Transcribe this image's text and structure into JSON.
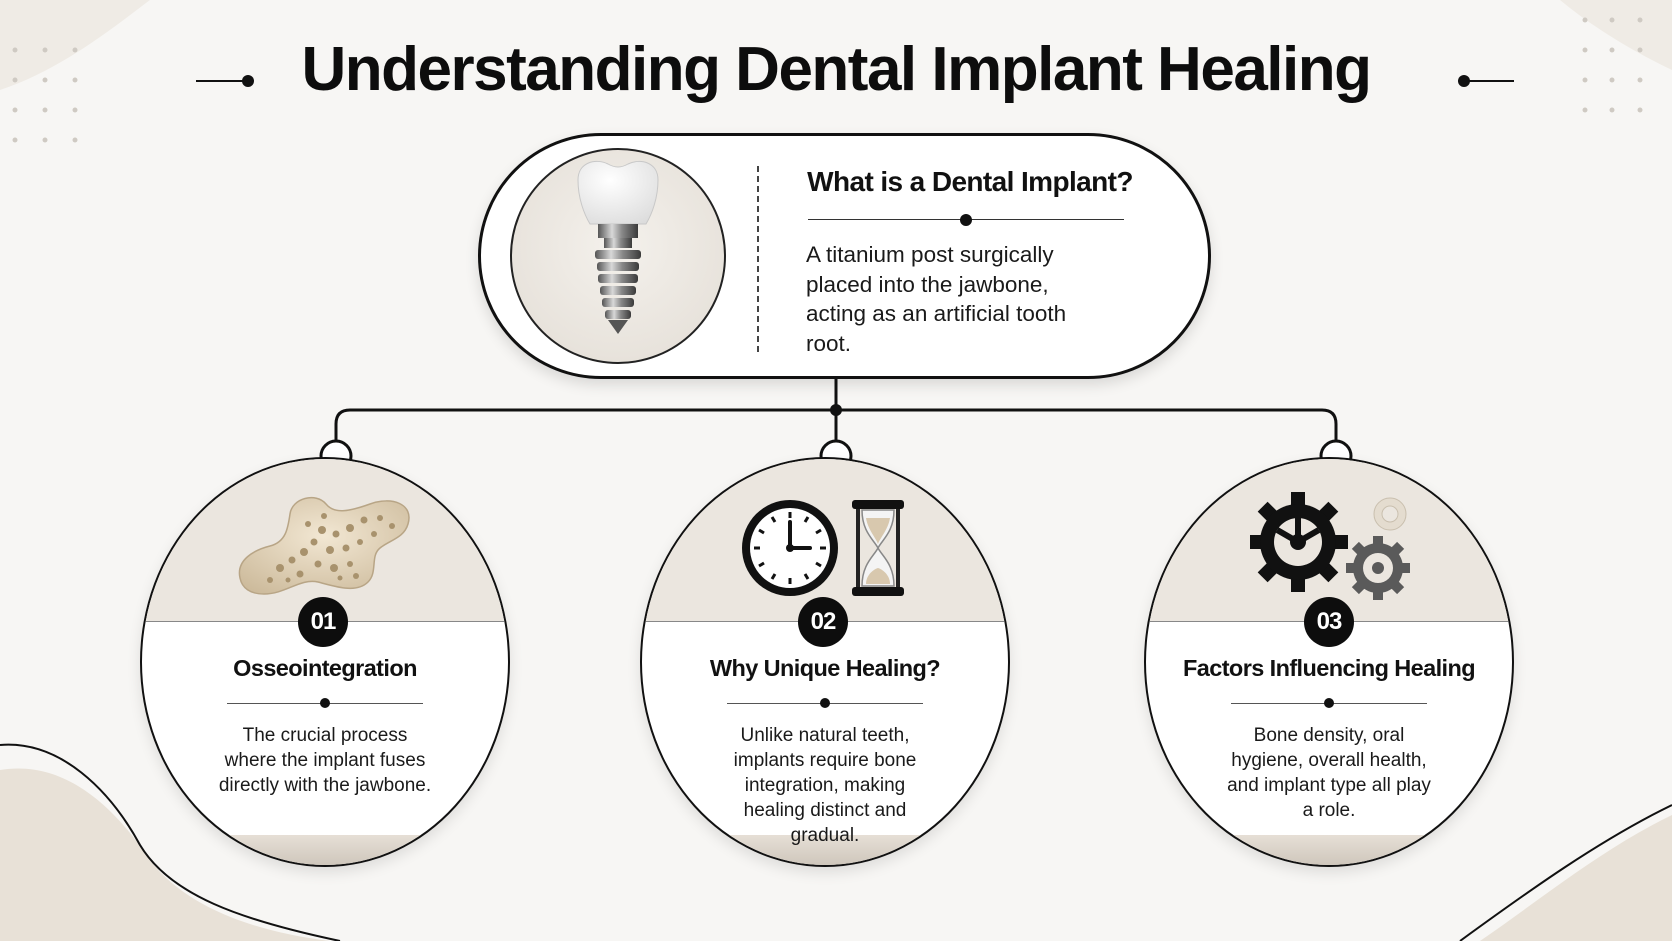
{
  "title": "Understanding Dental Implant Healing",
  "top_card": {
    "heading": "What is a Dental Implant?",
    "description": "A titanium post surgically placed into the jawbone, acting as an artificial tooth root.",
    "image_icon": "dental-implant-icon"
  },
  "cards": [
    {
      "number": "01",
      "heading": "Osseointegration",
      "description": "The crucial process where the implant fuses directly with the jawbone.",
      "icon": "bone-icon"
    },
    {
      "number": "02",
      "heading": "Why Unique Healing?",
      "description": "Unlike natural teeth, implants require bone integration, making healing distinct and gradual.",
      "icon": "clock-hourglass-icon"
    },
    {
      "number": "03",
      "heading": "Factors Influencing Healing",
      "description": "Bone density, oral hygiene, overall health, and implant type all play a role.",
      "icon": "gears-icon"
    }
  ],
  "colors": {
    "background": "#f7f6f4",
    "accent_beige": "#ebe6df",
    "ink": "#111111"
  }
}
